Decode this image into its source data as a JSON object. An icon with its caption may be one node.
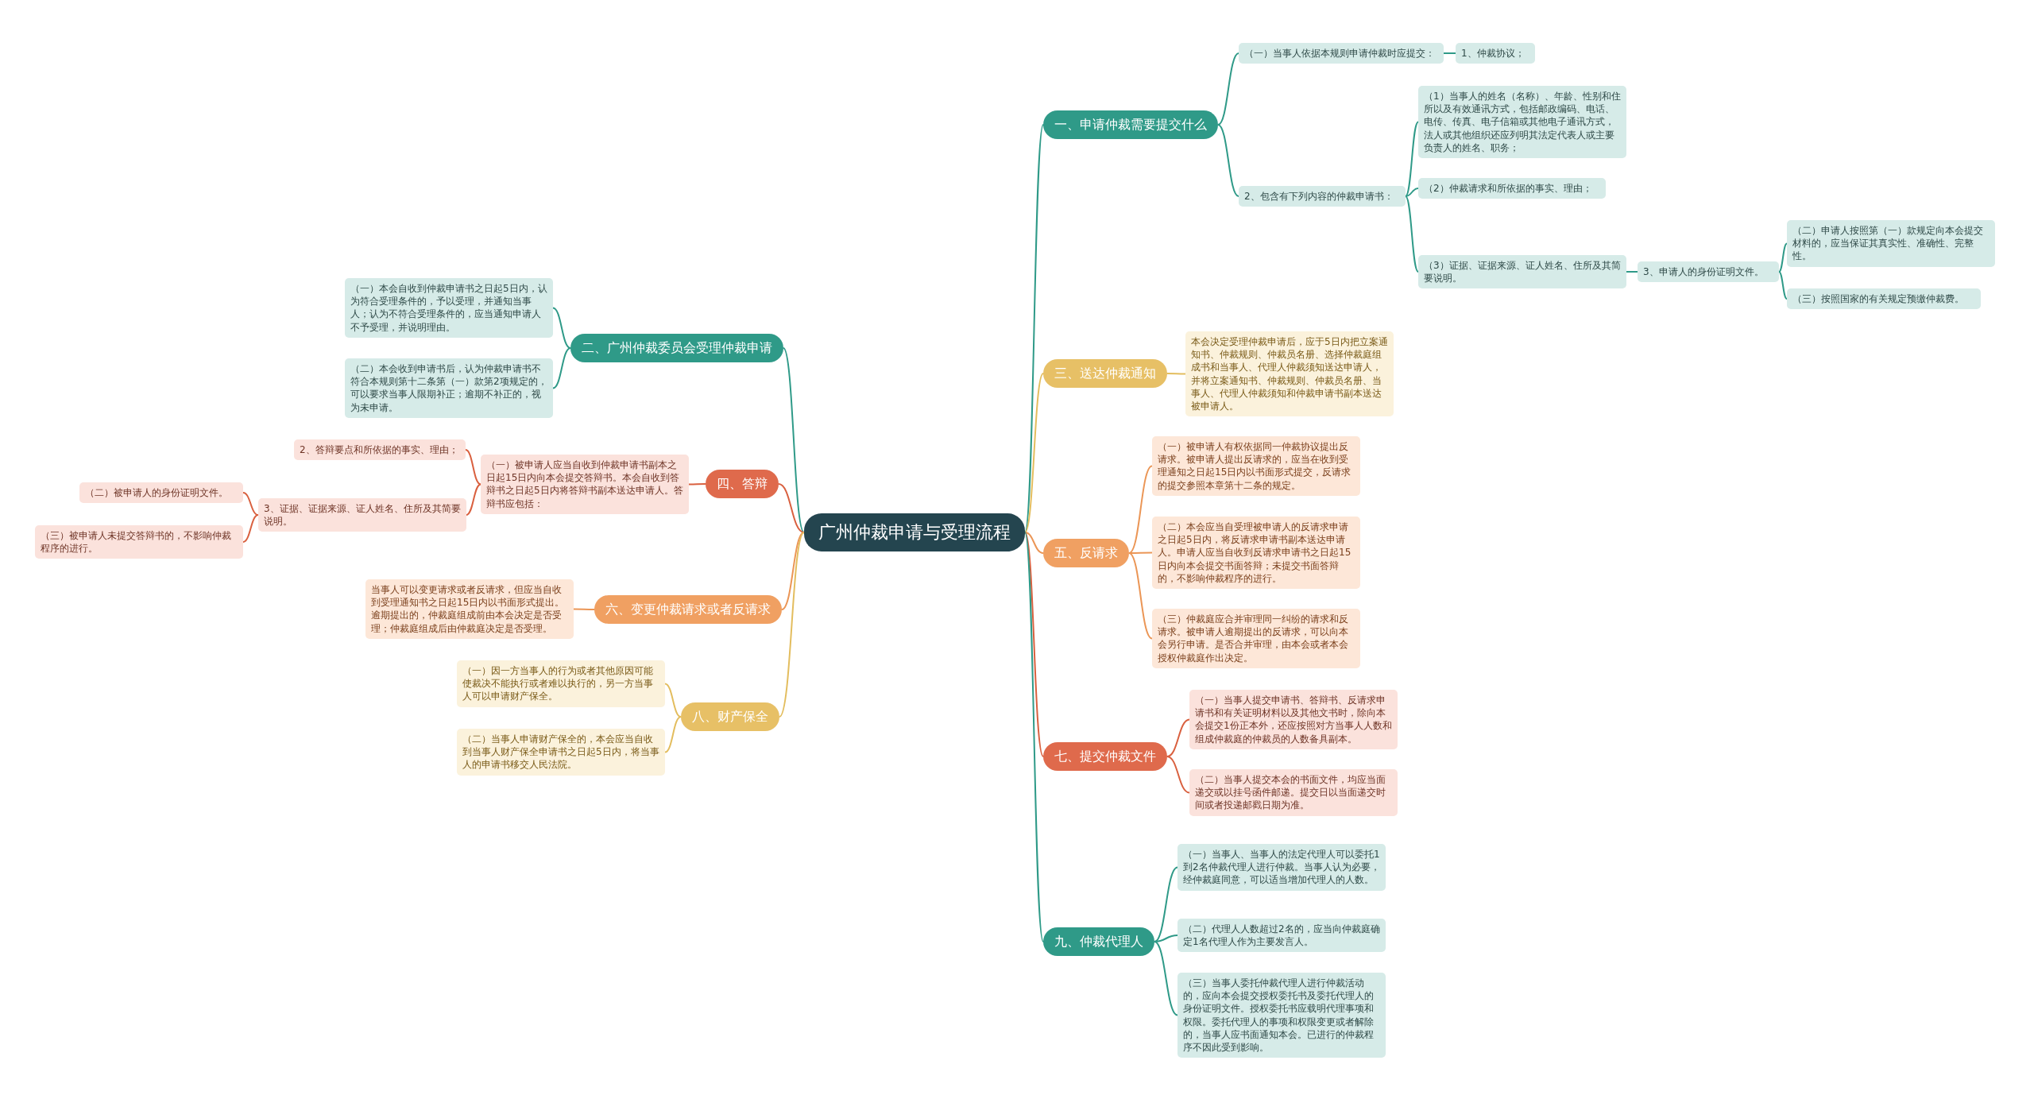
{
  "diagram": {
    "nodes": [
      {
        "text": [
          "广州仲裁申请与受理流程"
        ]
      },
      {
        "text": [
          "一、申请仲裁需要提交什么"
        ]
      },
      {
        "text": [
          "（一）当事人依据本规则申请仲裁时应提交："
        ]
      },
      {
        "text": [
          "1、仲裁协议；"
        ]
      },
      {
        "text": [
          "2、包含有下列内容的仲裁申请书："
        ]
      },
      {
        "text": [
          "（1）当事人的姓名（名称）、年龄、性别和住所以及有效通讯方式，包括邮政编码、电话、电传、传真、电子信箱或其他电子通讯方式，法人或其他组织还应列明其法定代表人或主要负责人的姓名、职务；"
        ]
      },
      {
        "text": [
          "（2）仲裁请求和所依据的事实、理由；"
        ]
      },
      {
        "text": [
          "（3）证据、证据来源、证人姓名、住所及其简要说明。"
        ]
      },
      {
        "text": [
          "3、申请人的身份证明文件。"
        ]
      },
      {
        "text": [
          "（二）申请人按照第（一）款规定向本会提交材料的，应当保证其真实性、准确性、完整性。"
        ]
      },
      {
        "text": [
          "（三）按照国家的有关规定预缴仲裁费。"
        ]
      },
      {
        "text": [
          "二、广州仲裁委员会受理仲裁申请"
        ]
      },
      {
        "text": [
          "（一）本会自收到仲裁申请书之日起5日内，认为符合受理条件的，予以受理，并通知当事人；认为不符合受理条件的，应当通知申请人不予受理，并说明理由。"
        ]
      },
      {
        "text": [
          "（二）本会收到申请书后，认为仲裁申请书不符合本规则第十二条第（一）款第2项规定的，可以要求当事人限期补正；逾期不补正的，视为未申请。"
        ]
      },
      {
        "text": [
          "三、送达仲裁通知"
        ]
      },
      {
        "text": [
          "本会决定受理仲裁申请后，应于5日内把立案通知书、仲裁规则、仲裁员名册、选择仲裁庭组成书和当事人、代理人仲裁须知送达申请人，并将立案通知书、仲裁规则、仲裁员名册、当事人、代理人仲裁须知和仲裁申请书副本送达被申请人。"
        ]
      },
      {
        "text": [
          "四、答辩"
        ]
      },
      {
        "text": [
          "（一）被申请人应当自收到仲裁申请书副本之日起15日内向本会提交答辩书。本会自收到答辩书之日起5日内将答辩书副本送达申请人。答辩书应包括："
        ]
      },
      {
        "text": [
          "2、答辩要点和所依据的事实、理由；"
        ]
      },
      {
        "text": [
          "3、证据、证据来源、证人姓名、住所及其简要说明。"
        ]
      },
      {
        "text": [
          "（二）被申请人的身份证明文件。"
        ]
      },
      {
        "text": [
          "（三）被申请人未提交答辩书的，不影响仲裁程序的进行。"
        ]
      },
      {
        "text": [
          "五、反请求"
        ]
      },
      {
        "text": [
          "（一）被申请人有权依据同一仲裁协议提出反请求。被申请人提出反请求的，应当在收到受理通知之日起15日内以书面形式提交，反请求的提交参照本章第十二条的规定。"
        ]
      },
      {
        "text": [
          "（二）本会应当自受理被申请人的反请求申请之日起5日内，将反请求申请书副本送达申请人。申请人应当自收到反请求申请书之日起15日内向本会提交书面答辩；未提交书面答辩的，不影响仲裁程序的进行。"
        ]
      },
      {
        "text": [
          "（三）仲裁庭应合并审理同一纠纷的请求和反请求。被申请人逾期提出的反请求，可以向本会另行申请。是否合并审理，由本会或者本会授权仲裁庭作出决定。"
        ]
      },
      {
        "text": [
          "六、变更仲裁请求或者反请求"
        ]
      },
      {
        "text": [
          "当事人可以变更请求或者反请求，但应当自收到受理通知书之日起15日内以书面形式提出。逾期提出的，仲裁庭组成前由本会决定是否受理；仲裁庭组成后由仲裁庭决定是否受理。"
        ]
      },
      {
        "text": [
          "七、提交仲裁文件"
        ]
      },
      {
        "text": [
          "（一）当事人提交申请书、答辩书、反请求申请书和有关证明材料以及其他文书时，除向本会提交1份正本外，还应按照对方当事人人数和组成仲裁庭的仲裁员的人数备具副本。"
        ]
      },
      {
        "text": [
          "（二）当事人提交本会的书面文件，均应当面递交或以挂号函件邮递。提交日以当面递交时间或者投递邮戳日期为准。"
        ]
      },
      {
        "text": [
          "八、财产保全"
        ]
      },
      {
        "text": [
          "（一）因一方当事人的行为或者其他原因可能使裁决不能执行或者难以执行的，另一方当事人可以申请财产保全。"
        ]
      },
      {
        "text": [
          "（二）当事人申请财产保全的，本会应当自收到当事人财产保全申请书之日起5日内，将当事人的申请书移交人民法院。"
        ]
      },
      {
        "text": [
          "九、仲裁代理人"
        ]
      },
      {
        "text": [
          "（一）当事人、当事人的法定代理人可以委托1到2名仲裁代理人进行仲裁。当事人认为必要，经仲裁庭同意，可以适当增加代理人的人数。"
        ]
      },
      {
        "text": [
          "（二）代理人人数超过2名的，应当向仲裁庭确定1名代理人作为主要发言人。"
        ]
      },
      {
        "text": [
          "（三）当事人委托仲裁代理人进行仲裁活动的，应向本会提交授权委托书及委托代理人的身份证明文件。授权委托书应载明代理事项和权限。委托代理人的事项和权限变更或者解除的，当事人应书面通知本会。已进行的仲裁程序不因此受到影响。"
        ]
      }
    ],
    "edges": [
      {
        "from": 0,
        "to": 1,
        "arrow": "none"
      },
      {
        "from": 1,
        "to": 2,
        "arrow": "none"
      },
      {
        "from": 2,
        "to": 3,
        "arrow": "none"
      },
      {
        "from": 1,
        "to": 4,
        "arrow": "none"
      },
      {
        "from": 4,
        "to": 5,
        "arrow": "none"
      },
      {
        "from": 4,
        "to": 6,
        "arrow": "none"
      },
      {
        "from": 4,
        "to": 7,
        "arrow": "none"
      },
      {
        "from": 7,
        "to": 8,
        "arrow": "none"
      },
      {
        "from": 8,
        "to": 9,
        "arrow": "none"
      },
      {
        "from": 8,
        "to": 10,
        "arrow": "none"
      },
      {
        "from": 0,
        "to": 11,
        "arrow": "none"
      },
      {
        "from": 11,
        "to": 12,
        "arrow": "none"
      },
      {
        "from": 11,
        "to": 13,
        "arrow": "none"
      },
      {
        "from": 0,
        "to": 14,
        "arrow": "none",
        "color": "#e3bd5e"
      },
      {
        "from": 14,
        "to": 15,
        "arrow": "none",
        "color": "#e3bd5e"
      },
      {
        "from": 0,
        "to": 16,
        "arrow": "none",
        "color": "#d9603f"
      },
      {
        "from": 16,
        "to": 17,
        "arrow": "none",
        "color": "#d9603f"
      },
      {
        "from": 17,
        "to": 18,
        "arrow": "none",
        "color": "#d9603f"
      },
      {
        "from": 17,
        "to": 19,
        "arrow": "none",
        "color": "#d9603f"
      },
      {
        "from": 19,
        "to": 20,
        "arrow": "none",
        "color": "#d9603f"
      },
      {
        "from": 19,
        "to": 21,
        "arrow": "none",
        "color": "#d9603f"
      },
      {
        "from": 0,
        "to": 22,
        "arrow": "none",
        "color": "#eb9656"
      },
      {
        "from": 22,
        "to": 23,
        "arrow": "none",
        "color": "#eb9656"
      },
      {
        "from": 22,
        "to": 24,
        "arrow": "none",
        "color": "#eb9656"
      },
      {
        "from": 22,
        "to": 25,
        "arrow": "none",
        "color": "#eb9656"
      },
      {
        "from": 0,
        "to": 26,
        "arrow": "none",
        "color": "#eb9656"
      },
      {
        "from": 26,
        "to": 27,
        "arrow": "none",
        "color": "#eb9656"
      },
      {
        "from": 0,
        "to": 28,
        "arrow": "none",
        "color": "#d9603f"
      },
      {
        "from": 28,
        "to": 29,
        "arrow": "none",
        "color": "#d9603f"
      },
      {
        "from": 28,
        "to": 30,
        "arrow": "none",
        "color": "#d9603f"
      },
      {
        "from": 0,
        "to": 31,
        "arrow": "none",
        "color": "#e3bd5e"
      },
      {
        "from": 31,
        "to": 32,
        "arrow": "none",
        "color": "#e3bd5e"
      },
      {
        "from": 31,
        "to": 33,
        "arrow": "none",
        "color": "#e3bd5e"
      },
      {
        "from": 0,
        "to": 34,
        "arrow": "none"
      },
      {
        "from": 34,
        "to": 35,
        "arrow": "none"
      },
      {
        "from": 34,
        "to": 36,
        "arrow": "none"
      },
      {
        "from": 34,
        "to": 37,
        "arrow": "none"
      }
    ]
  }
}
